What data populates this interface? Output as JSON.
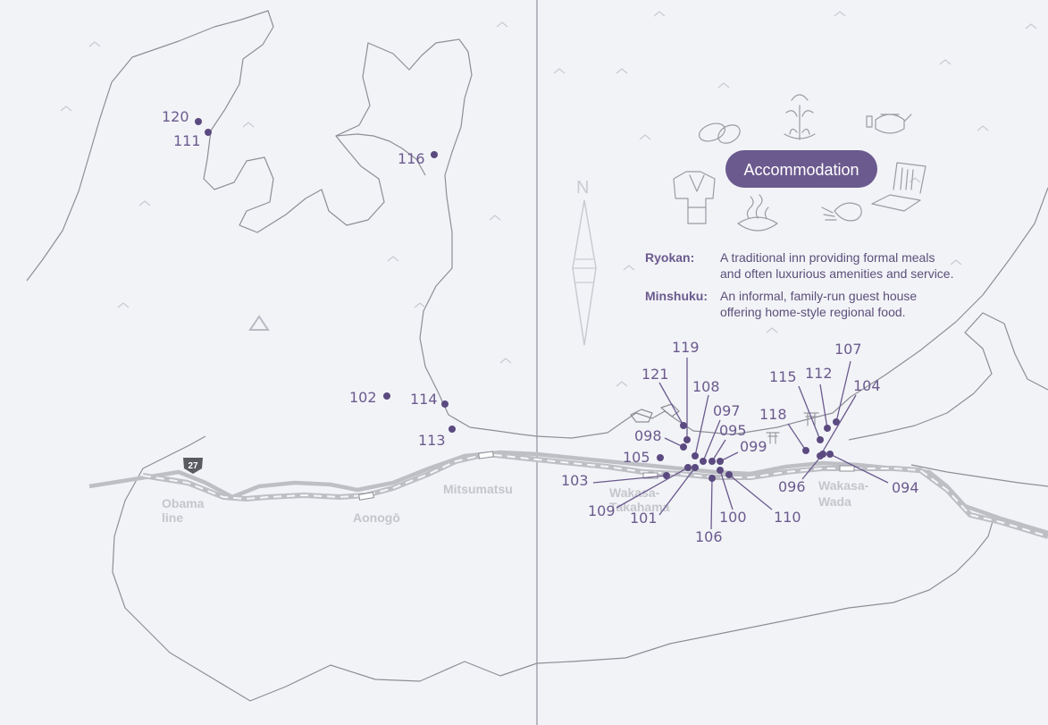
{
  "legend": {
    "badge_label": "Accommodation",
    "ryokan_term": "Ryokan:",
    "ryokan_def_line1": "A traditional inn providing formal meals",
    "ryokan_def_line2": "and often luxurious amenities and service.",
    "minshuku_term": "Minshuku:",
    "minshuku_def_line1": "An informal, family-run guest house",
    "minshuku_def_line2": "offering home-style regional food.",
    "badge_color": "#6b5a8e"
  },
  "compass": {
    "label": "N"
  },
  "route": {
    "number": "27"
  },
  "rail_line": {
    "name_line1": "Obama",
    "name_line2": "line"
  },
  "stations": {
    "aonogo": "Aonogō",
    "mitsumatsu": "Mitsumatsu",
    "takahama_line1": "Wakasa-",
    "takahama_line2": "Takahama",
    "wada_line1": "Wakasa-",
    "wada_line2": "Wada"
  },
  "markers": [
    {
      "id": "120",
      "label": "120"
    },
    {
      "id": "111",
      "label": "111"
    },
    {
      "id": "116",
      "label": "116"
    },
    {
      "id": "102",
      "label": "102"
    },
    {
      "id": "114",
      "label": "114"
    },
    {
      "id": "113",
      "label": "113"
    },
    {
      "id": "119",
      "label": "119"
    },
    {
      "id": "121",
      "label": "121"
    },
    {
      "id": "108",
      "label": "108"
    },
    {
      "id": "097",
      "label": "097"
    },
    {
      "id": "095",
      "label": "095"
    },
    {
      "id": "098",
      "label": "098"
    },
    {
      "id": "099",
      "label": "099"
    },
    {
      "id": "105",
      "label": "105"
    },
    {
      "id": "103",
      "label": "103"
    },
    {
      "id": "109",
      "label": "109"
    },
    {
      "id": "101",
      "label": "101"
    },
    {
      "id": "106",
      "label": "106"
    },
    {
      "id": "100",
      "label": "100"
    },
    {
      "id": "110",
      "label": "110"
    },
    {
      "id": "107",
      "label": "107"
    },
    {
      "id": "112",
      "label": "112"
    },
    {
      "id": "115",
      "label": "115"
    },
    {
      "id": "104",
      "label": "104"
    },
    {
      "id": "118",
      "label": "118"
    },
    {
      "id": "096",
      "label": "096"
    },
    {
      "id": "094",
      "label": "094"
    }
  ],
  "icons": [
    "slippers-icon",
    "iris-flower-icon",
    "teapot-icon",
    "yukata-icon",
    "hot-spring-icon",
    "crab-icon",
    "futon-icon",
    "mountain-peak-icon",
    "shrine-gate-icon"
  ]
}
